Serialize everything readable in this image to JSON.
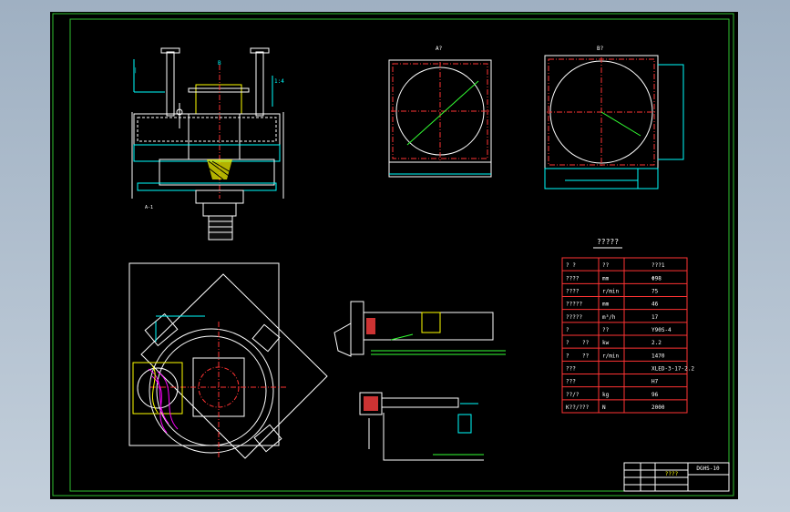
{
  "views": {
    "side_top_label": "B",
    "side_right_label": "1:4",
    "side_bottom_label": "A-1",
    "view_a_label": "A?",
    "view_b_label": "B?"
  },
  "spec_table": {
    "title": "?????",
    "rows": [
      [
        "?  ?",
        "??",
        "???1"
      ],
      [
        "????",
        "mm",
        "Φ98"
      ],
      [
        "????",
        "r/min",
        "75"
      ],
      [
        "?????",
        "mm",
        "46"
      ],
      [
        "?????",
        "m³/h",
        "17"
      ],
      [
        "?",
        "??",
        "Y90S-4"
      ],
      [
        "?",
        "??",
        "kw",
        "2.2"
      ],
      [
        "?",
        "??",
        "r/min",
        "1470"
      ],
      [
        "???",
        "",
        "XLED-3-17-2.2"
      ],
      [
        "???",
        "",
        "H7"
      ],
      [
        "??/?",
        "kg",
        "96"
      ],
      [
        "K??/???",
        "N",
        "2000"
      ]
    ]
  },
  "title_block": {
    "code": "DGHS-10",
    "name": "????"
  }
}
